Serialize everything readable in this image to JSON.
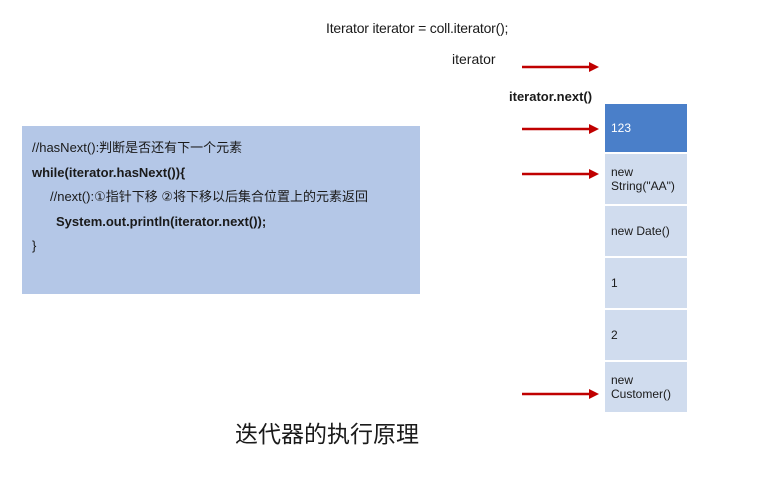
{
  "header_code": "Iterator iterator = coll.iterator();",
  "iterator_label": "iterator",
  "next_label": "iterator.next()",
  "code_block": {
    "line1": "//hasNext():判断是否还有下一个元素",
    "line2": "while(iterator.hasNext()){",
    "line3": "//next():①指针下移 ②将下移以后集合位置上的元素返回",
    "line4": "System.out.println(iterator.next());",
    "line5": "}"
  },
  "elements": [
    "123",
    "new\nString(\"AA\")",
    "new Date()",
    "1",
    "2",
    "new\nCustomer()"
  ],
  "caption": "迭代器的执行原理",
  "colors": {
    "arrow": "#c00000",
    "code_bg": "#b4c7e7",
    "cell_bg": "#d0dcee",
    "cell_highlight": "#4a7fc9"
  }
}
